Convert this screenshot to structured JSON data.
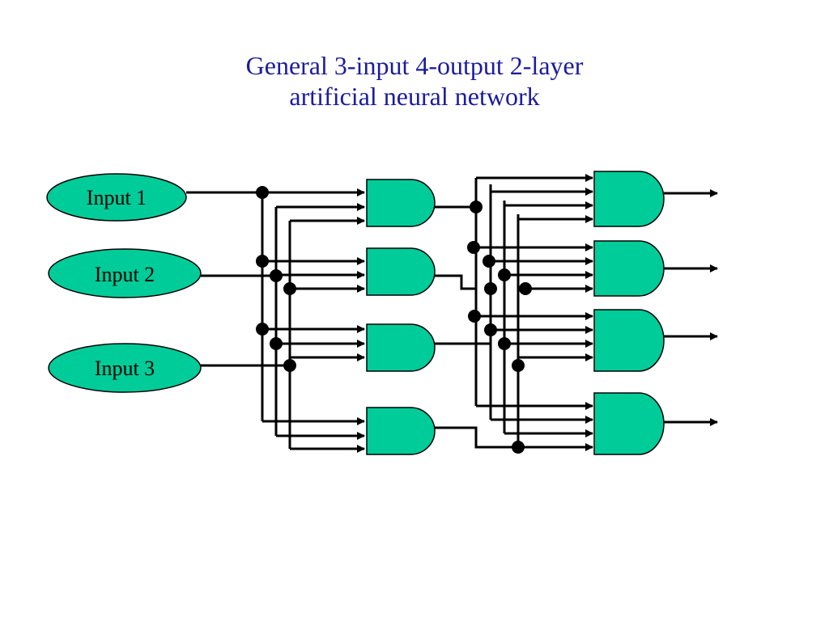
{
  "title": {
    "line1": "General 3-input 4-output 2-layer",
    "line2": "artificial neural network"
  },
  "inputs": [
    "Input 1",
    "Input 2",
    "Input 3"
  ],
  "colors": {
    "title": "#1c1c9c",
    "gate_fill": "#00cc99",
    "node_fill": "#00cc99",
    "wire": "#000000"
  }
}
